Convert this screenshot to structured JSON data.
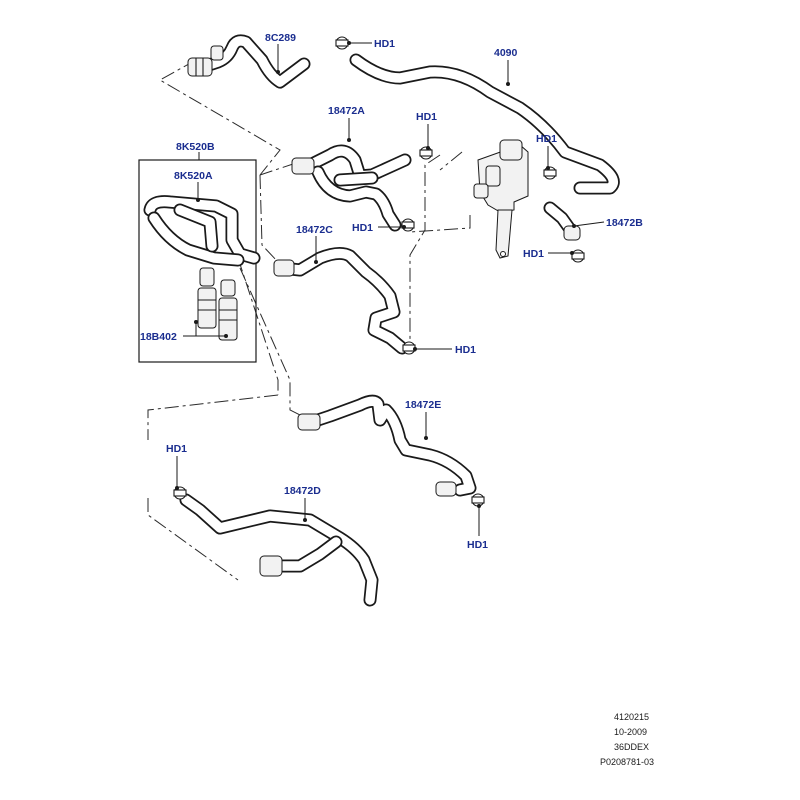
{
  "callouts": {
    "c_8C289": "8C289",
    "c_hd1_top": "HD1",
    "c_4090": "4090",
    "c_18472A": "18472A",
    "c_hd1_a": "HD1",
    "c_8K520B": "8K520B",
    "c_8K520A": "8K520A",
    "c_hd1_valve": "HD1",
    "c_hd1_left": "HD1",
    "c_18472B": "18472B",
    "c_hd1_b": "HD1",
    "c_18472C": "18472C",
    "c_hd1_c": "HD1",
    "c_18B402": "18B402",
    "c_18472E": "18472E",
    "c_hd1_d_left": "HD1",
    "c_18472D": "18472D",
    "c_hd1_e": "HD1"
  },
  "reference": {
    "code": "4120215",
    "date": "10-2009",
    "variant": "36DDEX",
    "part_no": "P0208781-03"
  }
}
